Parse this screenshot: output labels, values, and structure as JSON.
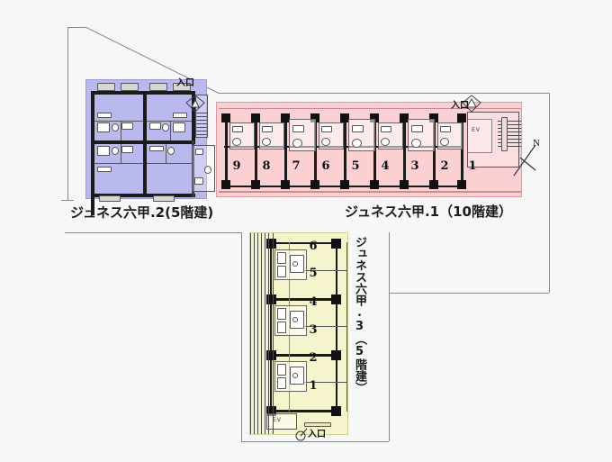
{
  "page": {
    "background_color": "#f7f7f7",
    "title": "site-layout-plan"
  },
  "compass": {
    "label": "N",
    "name": "north-arrow"
  },
  "buildings": [
    {
      "id": "junesu-rokko-2",
      "label": "ジュネス六甲.2(5階建)",
      "floors": "5階建",
      "color": "#b9b9ee",
      "orientation": "horizontal",
      "entrance_label": "入口",
      "units": []
    },
    {
      "id": "junesu-rokko-1",
      "label": "ジュネス六甲.1（10階建）",
      "floors": "10階建",
      "color": "#fad0d2",
      "orientation": "horizontal",
      "entrance_label": "入口",
      "elevator_label": "EV",
      "units": [
        "9",
        "8",
        "7",
        "6",
        "5",
        "4",
        "3",
        "2",
        "1"
      ]
    },
    {
      "id": "junesu-rokko-3",
      "label": "ジュネス六甲.3（5階建）",
      "floors": "5階建",
      "color": "#f5f4cd",
      "orientation": "vertical",
      "entrance_label": "入口",
      "elevator_label": "EV",
      "units": [
        "6",
        "5",
        "4",
        "3",
        "2",
        "1"
      ]
    }
  ],
  "labels": {
    "building2_caption": "ジュネス六甲.2(5階建)",
    "building1_caption": "ジュネス六甲.1（10階建）",
    "building3_caption": "ジュネス六甲.3（5階建）",
    "entrance_b2": "入口",
    "entrance_b1": "入口",
    "entrance_b3": "入口",
    "ev_b1": "EV",
    "ev_b3": "EV",
    "north": "N"
  },
  "pink_units": [
    {
      "no": "9"
    },
    {
      "no": "8"
    },
    {
      "no": "7"
    },
    {
      "no": "6"
    },
    {
      "no": "5"
    },
    {
      "no": "4"
    },
    {
      "no": "3"
    },
    {
      "no": "2"
    },
    {
      "no": "1"
    }
  ],
  "yellow_units": [
    {
      "no": "6"
    },
    {
      "no": "5"
    },
    {
      "no": "4"
    },
    {
      "no": "3"
    },
    {
      "no": "2"
    },
    {
      "no": "1"
    }
  ]
}
